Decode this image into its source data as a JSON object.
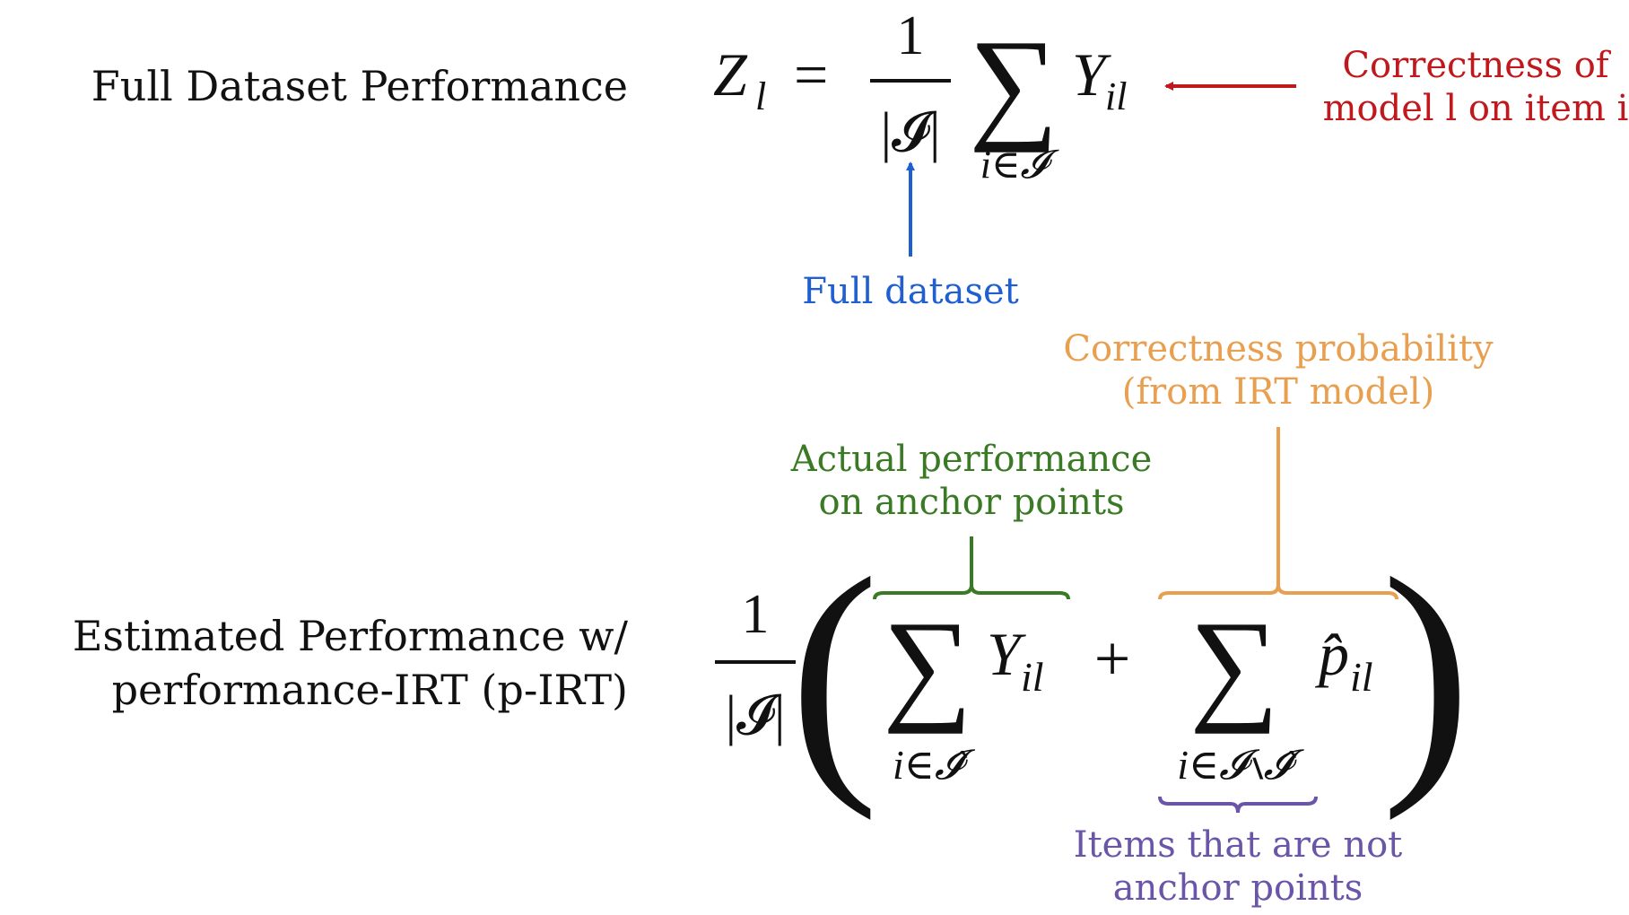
{
  "rows": {
    "full": {
      "label": "Full Dataset Performance"
    },
    "estimated": {
      "label_line1": "Estimated Performance w/",
      "label_line2": "performance-IRT (p-IRT)"
    }
  },
  "equation_full": {
    "lhs_var": "Z",
    "lhs_sub": "l",
    "equals": "=",
    "frac_num": "1",
    "frac_den": "|𝓘|",
    "sum_symbol": "∑",
    "sum_index": "i∈𝓘",
    "term_var": "Y",
    "term_sub": "il"
  },
  "equation_estimated": {
    "frac_num": "1",
    "frac_den": "|𝓘|",
    "open_paren": "(",
    "close_paren": ")",
    "sum_symbol": "∑",
    "sum1_index": "i∈𝓘̂",
    "term1_var": "Y",
    "term1_sub": "il",
    "plus": "+",
    "sum2_index": "i∈𝓘∖𝓘̂",
    "term2_var": "p̂",
    "term2_sub": "il"
  },
  "annotations": {
    "correctness": {
      "line1": "Correctness of",
      "line2": "model l on item i",
      "color": "#c0181c"
    },
    "full_dataset": {
      "text": "Full dataset",
      "color": "#1f5fcf"
    },
    "actual_perf": {
      "line1": "Actual performance",
      "line2": "on anchor points",
      "color": "#3a7a25"
    },
    "corr_prob": {
      "line1": "Correctness probability",
      "line2": "(from IRT model)",
      "color": "#e8a050"
    },
    "non_anchor": {
      "line1": "Items that are not",
      "line2": "anchor points",
      "color": "#6a55a8"
    }
  }
}
